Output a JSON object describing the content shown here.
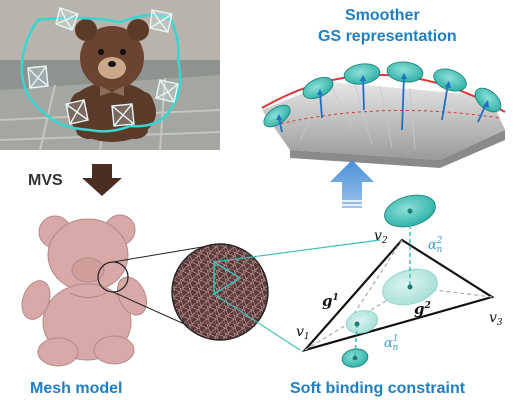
{
  "top_title": {
    "line1": "Smoother",
    "line2": "GS representation"
  },
  "arrow_label": "MVS",
  "captions": {
    "left": "Mesh model",
    "right": "Soft binding constraint"
  },
  "math": {
    "v1_base": "v",
    "v1_sub": "1",
    "v2_base": "v",
    "v2_sub": "2",
    "v3_base": "v",
    "v3_sub": "3",
    "g1_base": "g",
    "g1_sup": "1",
    "g2_base": "g",
    "g2_sup": "2",
    "a2_base": "α",
    "a2_sub": "n",
    "a2_sup": "2",
    "a1_base": "α",
    "a1_sub": "n",
    "a1_sup": "1"
  },
  "colors": {
    "title_blue": "#1f7fc4",
    "label_dark": "#333333",
    "gaussian_teal": "#3fc0b8",
    "mvs_arrow": "#4a2e22",
    "up_arrow": "#4a8fd6",
    "mesh_pink": "#d8a9a6",
    "curve_red": "#d83a3a"
  }
}
